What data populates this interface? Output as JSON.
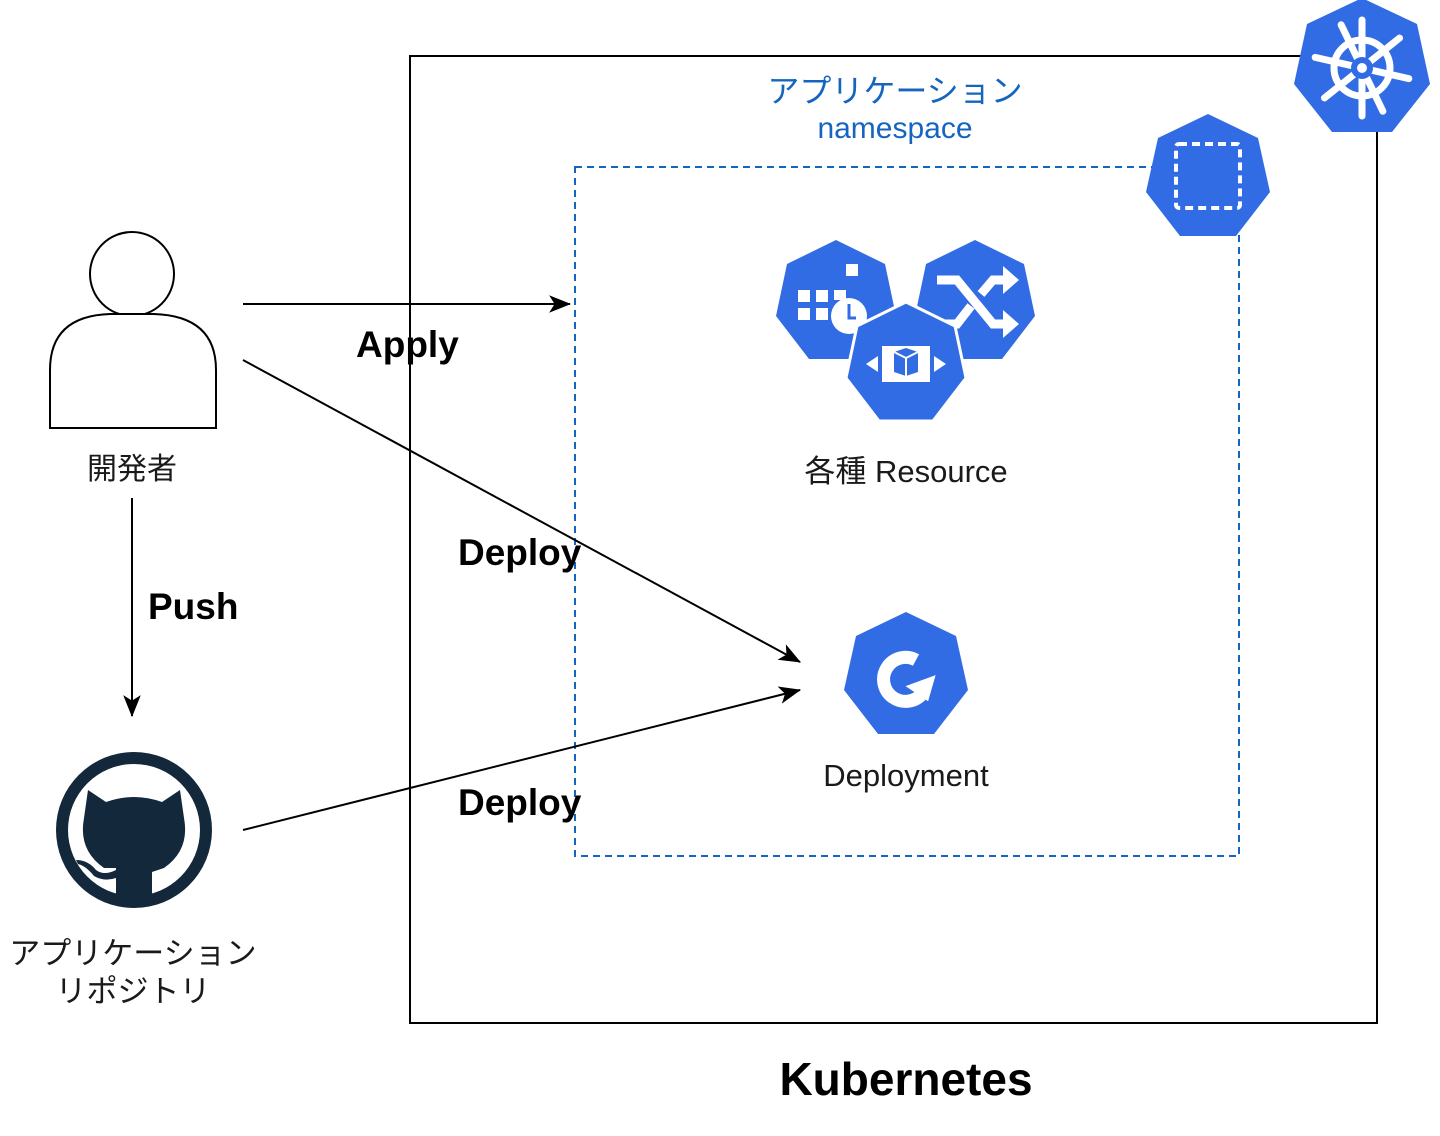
{
  "colors": {
    "k8s_blue": "#326ce5",
    "namespace_text": "#1565c0",
    "github_dark": "#13283a",
    "line": "#000000"
  },
  "cluster": {
    "title": "Kubernetes",
    "icon": "kubernetes-helm-icon"
  },
  "namespace": {
    "title_line1": "アプリケーション",
    "title_line2": "namespace",
    "icon": "namespace-icon"
  },
  "actors": {
    "developer": {
      "label": "開発者",
      "icon": "user-icon"
    },
    "repository": {
      "label_line1": "アプリケーション",
      "label_line2": "リポジトリ",
      "icon": "github-icon"
    }
  },
  "resources": {
    "group_label": "各種 Resource",
    "icons": [
      "cronjob-icon",
      "service-icon",
      "replicaset-icon"
    ]
  },
  "deployment": {
    "label": "Deployment",
    "icon": "deployment-icon"
  },
  "edges": [
    {
      "from": "developer",
      "to": "namespace",
      "label": "Apply"
    },
    {
      "from": "developer",
      "to": "deployment",
      "label": "Deploy"
    },
    {
      "from": "developer",
      "to": "repository",
      "label": "Push"
    },
    {
      "from": "repository",
      "to": "deployment",
      "label": "Deploy"
    }
  ]
}
